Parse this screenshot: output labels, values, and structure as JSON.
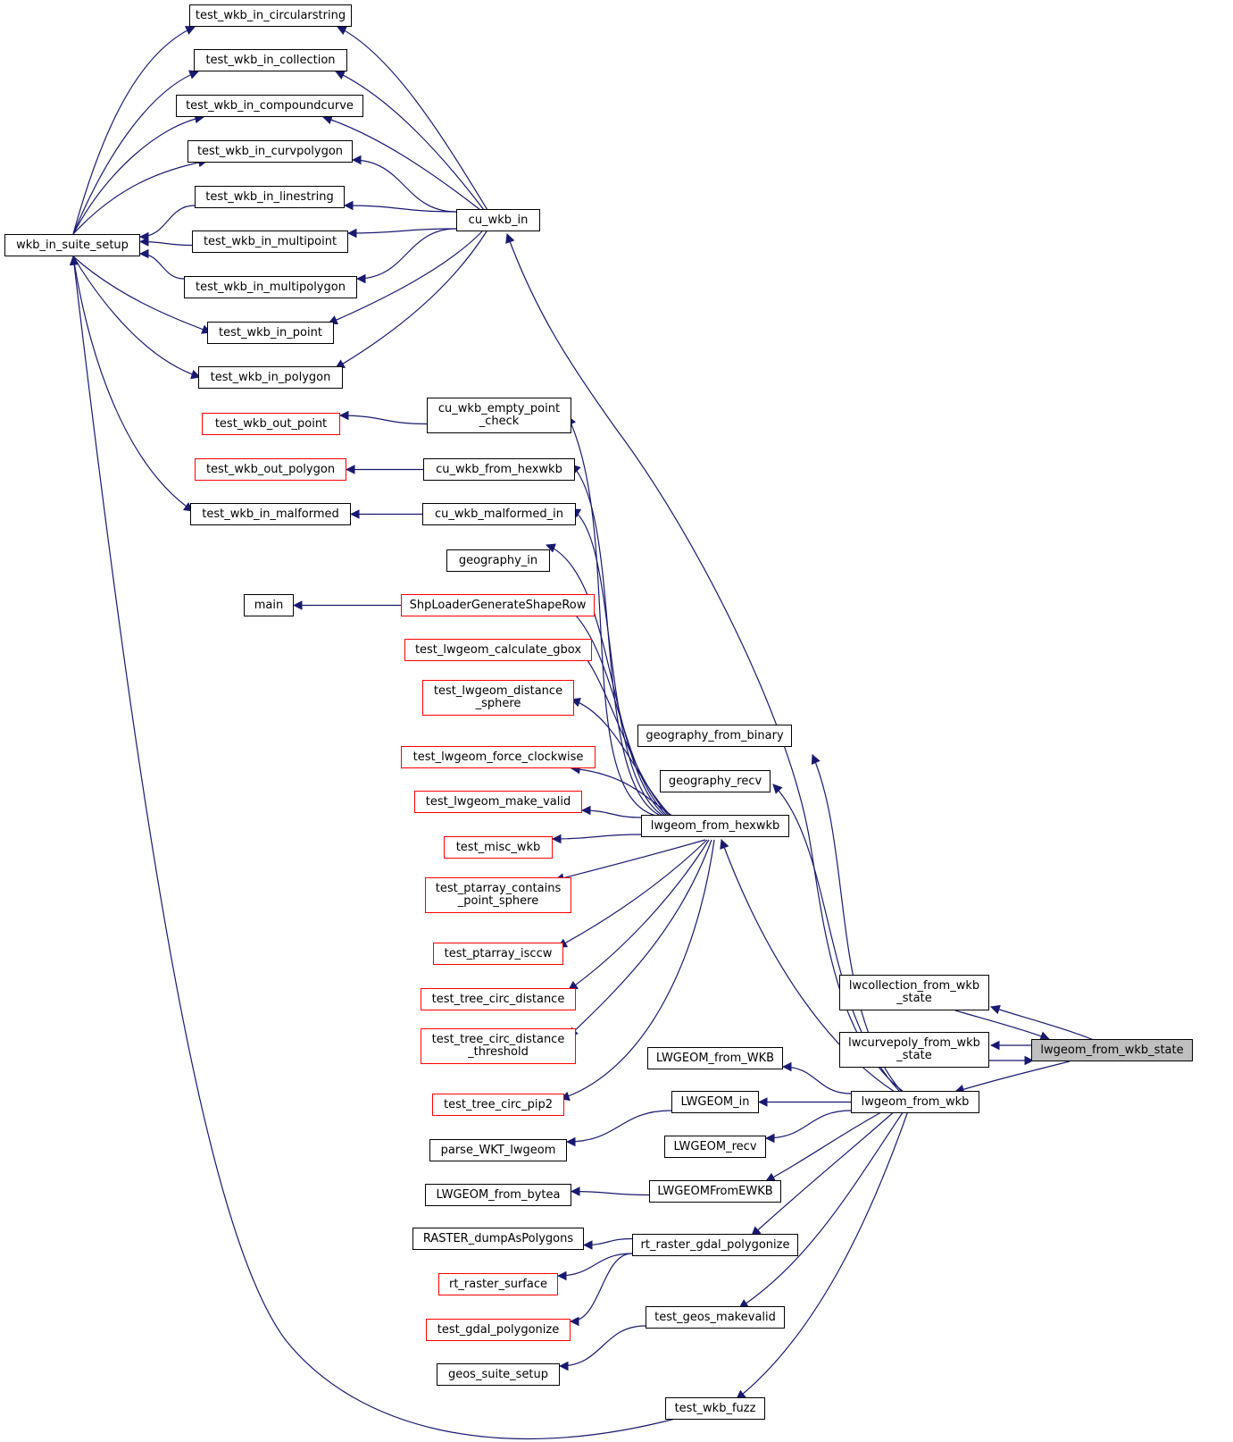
{
  "graph": {
    "colors": {
      "edge": "#191970",
      "node_border": "#000000",
      "node_border_external": "#ff0000",
      "root_fill": "#bfbfbf"
    },
    "nodes": [
      {
        "id": "wkb_in_suite_setup",
        "label": "wkb_in_suite_setup"
      },
      {
        "id": "test_wkb_in_circularstring",
        "label": "test_wkb_in_circularstring"
      },
      {
        "id": "test_wkb_in_collection",
        "label": "test_wkb_in_collection"
      },
      {
        "id": "test_wkb_in_compoundcurve",
        "label": "test_wkb_in_compoundcurve"
      },
      {
        "id": "test_wkb_in_curvpolygon",
        "label": "test_wkb_in_curvpolygon"
      },
      {
        "id": "test_wkb_in_linestring",
        "label": "test_wkb_in_linestring"
      },
      {
        "id": "test_wkb_in_multipoint",
        "label": "test_wkb_in_multipoint"
      },
      {
        "id": "test_wkb_in_multipolygon",
        "label": "test_wkb_in_multipolygon"
      },
      {
        "id": "test_wkb_in_point",
        "label": "test_wkb_in_point"
      },
      {
        "id": "test_wkb_in_polygon",
        "label": "test_wkb_in_polygon"
      },
      {
        "id": "test_wkb_out_point",
        "label": "test_wkb_out_point",
        "external": true
      },
      {
        "id": "test_wkb_out_polygon",
        "label": "test_wkb_out_polygon",
        "external": true
      },
      {
        "id": "test_wkb_in_malformed",
        "label": "test_wkb_in_malformed"
      },
      {
        "id": "main",
        "label": "main"
      },
      {
        "id": "cu_wkb_in",
        "label": "cu_wkb_in"
      },
      {
        "id": "cu_wkb_empty_point_check",
        "label": "cu_wkb_empty_point\n_check"
      },
      {
        "id": "cu_wkb_from_hexwkb",
        "label": "cu_wkb_from_hexwkb"
      },
      {
        "id": "cu_wkb_malformed_in",
        "label": "cu_wkb_malformed_in"
      },
      {
        "id": "geography_in",
        "label": "geography_in"
      },
      {
        "id": "ShpLoaderGenerateShapeRow",
        "label": "ShpLoaderGenerateShapeRow",
        "external": true
      },
      {
        "id": "test_lwgeom_calculate_gbox",
        "label": "test_lwgeom_calculate_gbox",
        "external": true
      },
      {
        "id": "test_lwgeom_distance_sphere",
        "label": "test_lwgeom_distance\n_sphere",
        "external": true
      },
      {
        "id": "test_lwgeom_force_clockwise",
        "label": "test_lwgeom_force_clockwise",
        "external": true
      },
      {
        "id": "test_lwgeom_make_valid",
        "label": "test_lwgeom_make_valid",
        "external": true
      },
      {
        "id": "test_misc_wkb",
        "label": "test_misc_wkb",
        "external": true
      },
      {
        "id": "test_ptarray_contains_point_sphere",
        "label": "test_ptarray_contains\n_point_sphere",
        "external": true
      },
      {
        "id": "test_ptarray_isccw",
        "label": "test_ptarray_isccw",
        "external": true
      },
      {
        "id": "test_tree_circ_distance",
        "label": "test_tree_circ_distance",
        "external": true
      },
      {
        "id": "test_tree_circ_distance_threshold",
        "label": "test_tree_circ_distance\n_threshold",
        "external": true
      },
      {
        "id": "test_tree_circ_pip2",
        "label": "test_tree_circ_pip2",
        "external": true
      },
      {
        "id": "parse_WKT_lwgeom",
        "label": "parse_WKT_lwgeom"
      },
      {
        "id": "LWGEOM_from_bytea",
        "label": "LWGEOM_from_bytea"
      },
      {
        "id": "RASTER_dumpAsPolygons",
        "label": "RASTER_dumpAsPolygons"
      },
      {
        "id": "rt_raster_surface",
        "label": "rt_raster_surface",
        "external": true
      },
      {
        "id": "test_gdal_polygonize",
        "label": "test_gdal_polygonize",
        "external": true
      },
      {
        "id": "geos_suite_setup",
        "label": "geos_suite_setup"
      },
      {
        "id": "geography_from_binary",
        "label": "geography_from_binary"
      },
      {
        "id": "geography_recv",
        "label": "geography_recv"
      },
      {
        "id": "lwgeom_from_hexwkb",
        "label": "lwgeom_from_hexwkb"
      },
      {
        "id": "LWGEOM_from_WKB",
        "label": "LWGEOM_from_WKB"
      },
      {
        "id": "LWGEOM_in",
        "label": "LWGEOM_in"
      },
      {
        "id": "LWGEOM_recv",
        "label": "LWGEOM_recv"
      },
      {
        "id": "LWGEOMFromEWKB",
        "label": "LWGEOMFromEWKB"
      },
      {
        "id": "rt_raster_gdal_polygonize",
        "label": "rt_raster_gdal_polygonize"
      },
      {
        "id": "test_geos_makevalid",
        "label": "test_geos_makevalid"
      },
      {
        "id": "test_wkb_fuzz",
        "label": "test_wkb_fuzz"
      },
      {
        "id": "lwcollection_from_wkb_state",
        "label": "lwcollection_from_wkb\n_state"
      },
      {
        "id": "lwcurvepoly_from_wkb_state",
        "label": "lwcurvepoly_from_wkb\n_state"
      },
      {
        "id": "lwgeom_from_wkb",
        "label": "lwgeom_from_wkb"
      },
      {
        "id": "lwgeom_from_wkb_state",
        "label": "lwgeom_from_wkb_state",
        "root": true
      }
    ],
    "edges": [
      {
        "from": "test_wkb_in_circularstring",
        "to": "wkb_in_suite_setup"
      },
      {
        "from": "test_wkb_in_collection",
        "to": "wkb_in_suite_setup"
      },
      {
        "from": "test_wkb_in_compoundcurve",
        "to": "wkb_in_suite_setup"
      },
      {
        "from": "test_wkb_in_curvpolygon",
        "to": "wkb_in_suite_setup"
      },
      {
        "from": "test_wkb_in_linestring",
        "to": "wkb_in_suite_setup"
      },
      {
        "from": "test_wkb_in_multipoint",
        "to": "wkb_in_suite_setup"
      },
      {
        "from": "test_wkb_in_multipolygon",
        "to": "wkb_in_suite_setup"
      },
      {
        "from": "test_wkb_in_point",
        "to": "wkb_in_suite_setup"
      },
      {
        "from": "test_wkb_in_polygon",
        "to": "wkb_in_suite_setup"
      },
      {
        "from": "test_wkb_in_malformed",
        "to": "wkb_in_suite_setup"
      },
      {
        "from": "test_wkb_fuzz",
        "to": "wkb_in_suite_setup"
      },
      {
        "from": "cu_wkb_in",
        "to": "test_wkb_in_circularstring"
      },
      {
        "from": "cu_wkb_in",
        "to": "test_wkb_in_collection"
      },
      {
        "from": "cu_wkb_in",
        "to": "test_wkb_in_compoundcurve"
      },
      {
        "from": "cu_wkb_in",
        "to": "test_wkb_in_curvpolygon"
      },
      {
        "from": "cu_wkb_in",
        "to": "test_wkb_in_linestring"
      },
      {
        "from": "cu_wkb_in",
        "to": "test_wkb_in_multipoint"
      },
      {
        "from": "cu_wkb_in",
        "to": "test_wkb_in_multipolygon"
      },
      {
        "from": "cu_wkb_in",
        "to": "test_wkb_in_point"
      },
      {
        "from": "cu_wkb_in",
        "to": "test_wkb_in_polygon"
      },
      {
        "from": "cu_wkb_empty_point_check",
        "to": "test_wkb_out_point"
      },
      {
        "from": "cu_wkb_from_hexwkb",
        "to": "test_wkb_out_polygon"
      },
      {
        "from": "cu_wkb_malformed_in",
        "to": "test_wkb_in_malformed"
      },
      {
        "from": "ShpLoaderGenerateShapeRow",
        "to": "main"
      },
      {
        "from": "lwgeom_from_hexwkb",
        "to": "cu_wkb_empty_point_check"
      },
      {
        "from": "lwgeom_from_hexwkb",
        "to": "cu_wkb_from_hexwkb"
      },
      {
        "from": "lwgeom_from_hexwkb",
        "to": "cu_wkb_malformed_in"
      },
      {
        "from": "lwgeom_from_hexwkb",
        "to": "geography_in"
      },
      {
        "from": "lwgeom_from_hexwkb",
        "to": "ShpLoaderGenerateShapeRow"
      },
      {
        "from": "lwgeom_from_hexwkb",
        "to": "test_lwgeom_calculate_gbox"
      },
      {
        "from": "lwgeom_from_hexwkb",
        "to": "test_lwgeom_distance_sphere"
      },
      {
        "from": "lwgeom_from_hexwkb",
        "to": "test_lwgeom_force_clockwise"
      },
      {
        "from": "lwgeom_from_hexwkb",
        "to": "test_lwgeom_make_valid"
      },
      {
        "from": "lwgeom_from_hexwkb",
        "to": "test_misc_wkb"
      },
      {
        "from": "lwgeom_from_hexwkb",
        "to": "test_ptarray_contains_point_sphere"
      },
      {
        "from": "lwgeom_from_hexwkb",
        "to": "test_ptarray_isccw"
      },
      {
        "from": "lwgeom_from_hexwkb",
        "to": "test_tree_circ_distance"
      },
      {
        "from": "lwgeom_from_hexwkb",
        "to": "test_tree_circ_distance_threshold"
      },
      {
        "from": "lwgeom_from_hexwkb",
        "to": "test_tree_circ_pip2"
      },
      {
        "from": "LWGEOM_in",
        "to": "parse_WKT_lwgeom"
      },
      {
        "from": "LWGEOMFromEWKB",
        "to": "LWGEOM_from_bytea"
      },
      {
        "from": "rt_raster_gdal_polygonize",
        "to": "RASTER_dumpAsPolygons"
      },
      {
        "from": "rt_raster_gdal_polygonize",
        "to": "rt_raster_surface"
      },
      {
        "from": "rt_raster_gdal_polygonize",
        "to": "test_gdal_polygonize"
      },
      {
        "from": "test_geos_makevalid",
        "to": "geos_suite_setup"
      },
      {
        "from": "lwgeom_from_wkb",
        "to": "cu_wkb_in"
      },
      {
        "from": "lwgeom_from_wkb",
        "to": "geography_from_binary"
      },
      {
        "from": "lwgeom_from_wkb",
        "to": "geography_recv"
      },
      {
        "from": "lwgeom_from_wkb",
        "to": "lwgeom_from_hexwkb"
      },
      {
        "from": "lwgeom_from_wkb",
        "to": "LWGEOM_from_WKB"
      },
      {
        "from": "lwgeom_from_wkb",
        "to": "LWGEOM_in"
      },
      {
        "from": "lwgeom_from_wkb",
        "to": "LWGEOM_recv"
      },
      {
        "from": "lwgeom_from_wkb",
        "to": "LWGEOMFromEWKB"
      },
      {
        "from": "lwgeom_from_wkb",
        "to": "rt_raster_gdal_polygonize"
      },
      {
        "from": "lwgeom_from_wkb",
        "to": "test_geos_makevalid"
      },
      {
        "from": "lwgeom_from_wkb",
        "to": "test_wkb_fuzz"
      },
      {
        "from": "lwgeom_from_wkb",
        "to": "lwcollection_from_wkb_state"
      },
      {
        "from": "lwgeom_from_wkb",
        "to": "lwcurvepoly_from_wkb_state"
      },
      {
        "from": "lwcollection_from_wkb_state",
        "to": "lwgeom_from_wkb_state"
      },
      {
        "from": "lwcurvepoly_from_wkb_state",
        "to": "lwgeom_from_wkb_state"
      },
      {
        "from": "lwgeom_from_wkb_state",
        "to": "lwcollection_from_wkb_state"
      },
      {
        "from": "lwgeom_from_wkb_state",
        "to": "lwcurvepoly_from_wkb_state"
      },
      {
        "from": "lwgeom_from_wkb_state",
        "to": "lwgeom_from_wkb"
      }
    ]
  }
}
